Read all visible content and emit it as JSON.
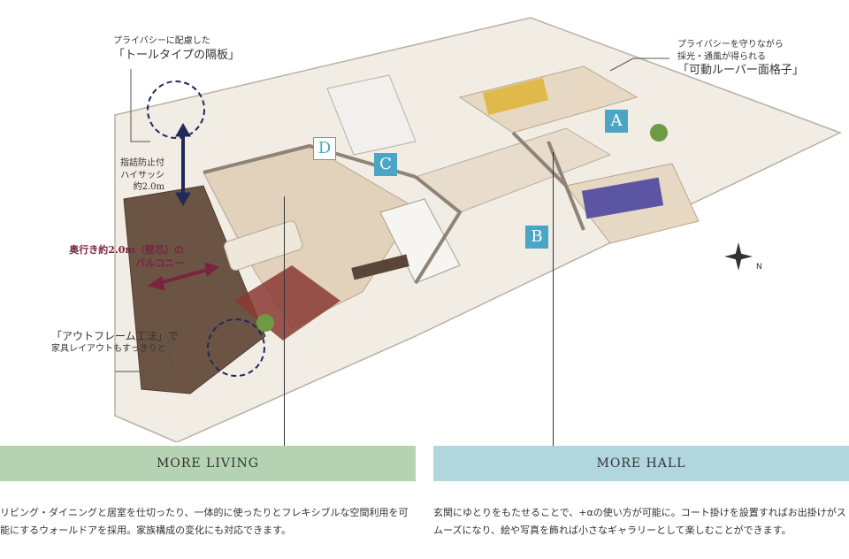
{
  "callouts": {
    "partition": {
      "line1": "プライバシーに配慮した",
      "line2": "「トールタイプの隔板」"
    },
    "louver": {
      "line1": "プライバシーを守りながら",
      "line2": "採光・通風が得られる",
      "line3": "「可動ルーバー面格子」"
    },
    "sash": {
      "line1": "指詰防止付",
      "line2": "ハイサッシ",
      "line3": "約2.0m"
    },
    "balcony": {
      "line1": "奥行き約2.0m（壁芯）の",
      "line2": "バルコニー"
    },
    "outframe": {
      "line1": "「アウトフレーム工法」で",
      "line2": "家具レイアウトもすっきりと"
    }
  },
  "tags": {
    "a": "A",
    "b": "B",
    "c": "C",
    "d": "D"
  },
  "sections": {
    "living": {
      "title": "MORE LIVING",
      "text": "リビング・ダイニングと居室を仕切ったり、一体的に使ったりとフレキシブルな空間利用を可能にするウォールドアを採用。家族構成の変化にも対応できます。"
    },
    "hall": {
      "title": "MORE HALL",
      "text": "玄関にゆとりをもたせることで、+αの使い方が可能に。コート掛けを設置すればお出掛けがスムーズになり、絵や写真を飾れば小さなギャラリーとして楽しむことができます。"
    }
  },
  "colors": {
    "living_banner": "#b5d3b2",
    "hall_banner": "#b1d7de",
    "tag": "#4aa6c4",
    "balcony_accent": "#7a2440",
    "sash_accent": "#1f2a5a"
  }
}
